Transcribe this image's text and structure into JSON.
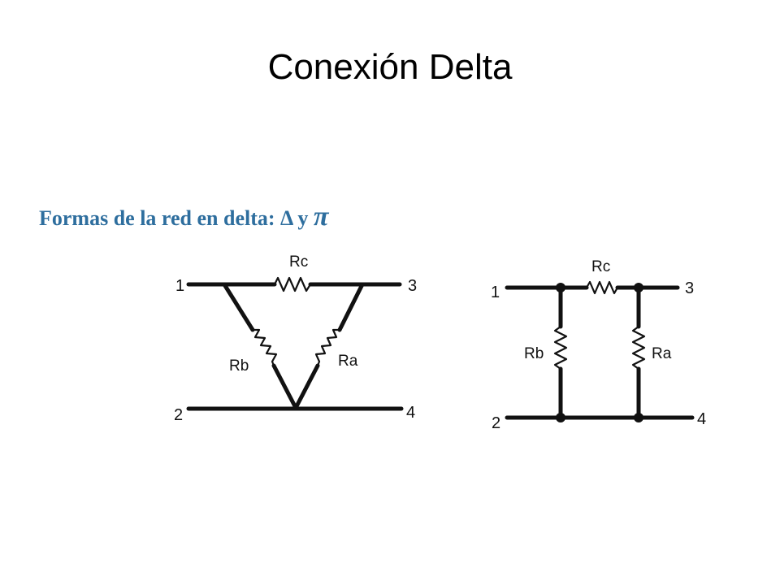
{
  "slide": {
    "title": "Conexión Delta",
    "subtitle_text": "Formas de la red en delta: Δ y ",
    "subtitle_symbol": "π",
    "subtitle_color": "#2e6e9e"
  },
  "delta_network": {
    "resistors": {
      "top": "Rc",
      "left": "Rb",
      "right": "Ra"
    },
    "terminals": [
      "1",
      "2",
      "3",
      "4"
    ]
  },
  "pi_network": {
    "resistors": {
      "top": "Rc",
      "left": "Rb",
      "right": "Ra"
    },
    "terminals": [
      "1",
      "2",
      "3",
      "4"
    ]
  }
}
